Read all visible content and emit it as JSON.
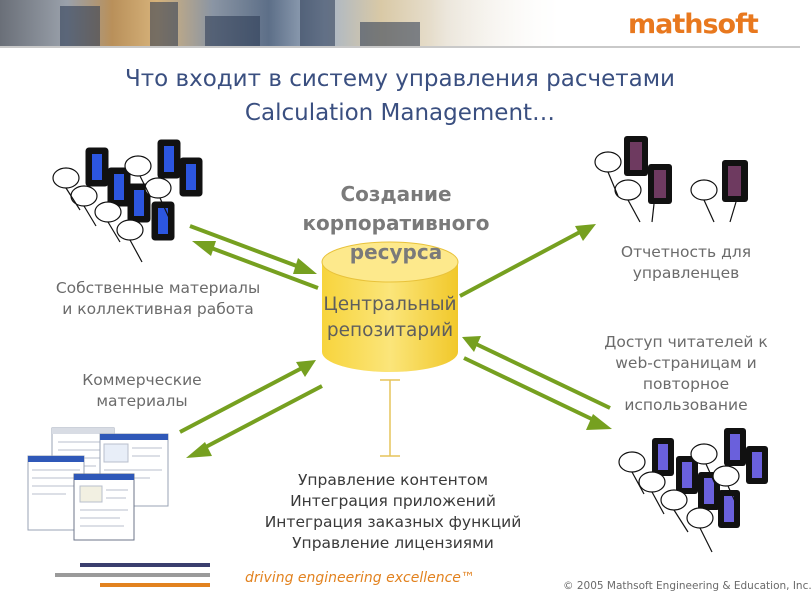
{
  "logo": "mathsoft",
  "title": {
    "line1": "Что входит в систему управления расчетами",
    "line2": "Calculation Management…"
  },
  "center": {
    "creation": [
      "Создание",
      "корпоративного",
      "ресурса"
    ],
    "repository": [
      "Центральный",
      "репозитарий"
    ]
  },
  "left_top_label": [
    "Собственные материалы",
    "и коллективная работа"
  ],
  "left_bottom_label": [
    "Коммерческие",
    "материалы"
  ],
  "right_top_label": [
    "Отчетность для",
    "управленцев"
  ],
  "right_bottom_label": [
    "Доступ читателей к",
    "web-страницам и",
    "повторное",
    "использование"
  ],
  "bottom_list": [
    "Управление контентом",
    "Интеграция приложений",
    "Интеграция заказных функций",
    "Управление лицензиями"
  ],
  "footer": {
    "tagline": "driving engineering excellence™",
    "copyright": "© 2005 Mathsoft Engineering & Education, Inc."
  },
  "colors": {
    "title": "#3a4f80",
    "arrow": "#76a020",
    "cylinder": "#f6d23a",
    "connector": "#e5c45a",
    "brand_orange": "#e8781e",
    "device_blue": "#2c56e0",
    "device_purple": "#6e3a60",
    "device_violet": "#6a60dc"
  }
}
